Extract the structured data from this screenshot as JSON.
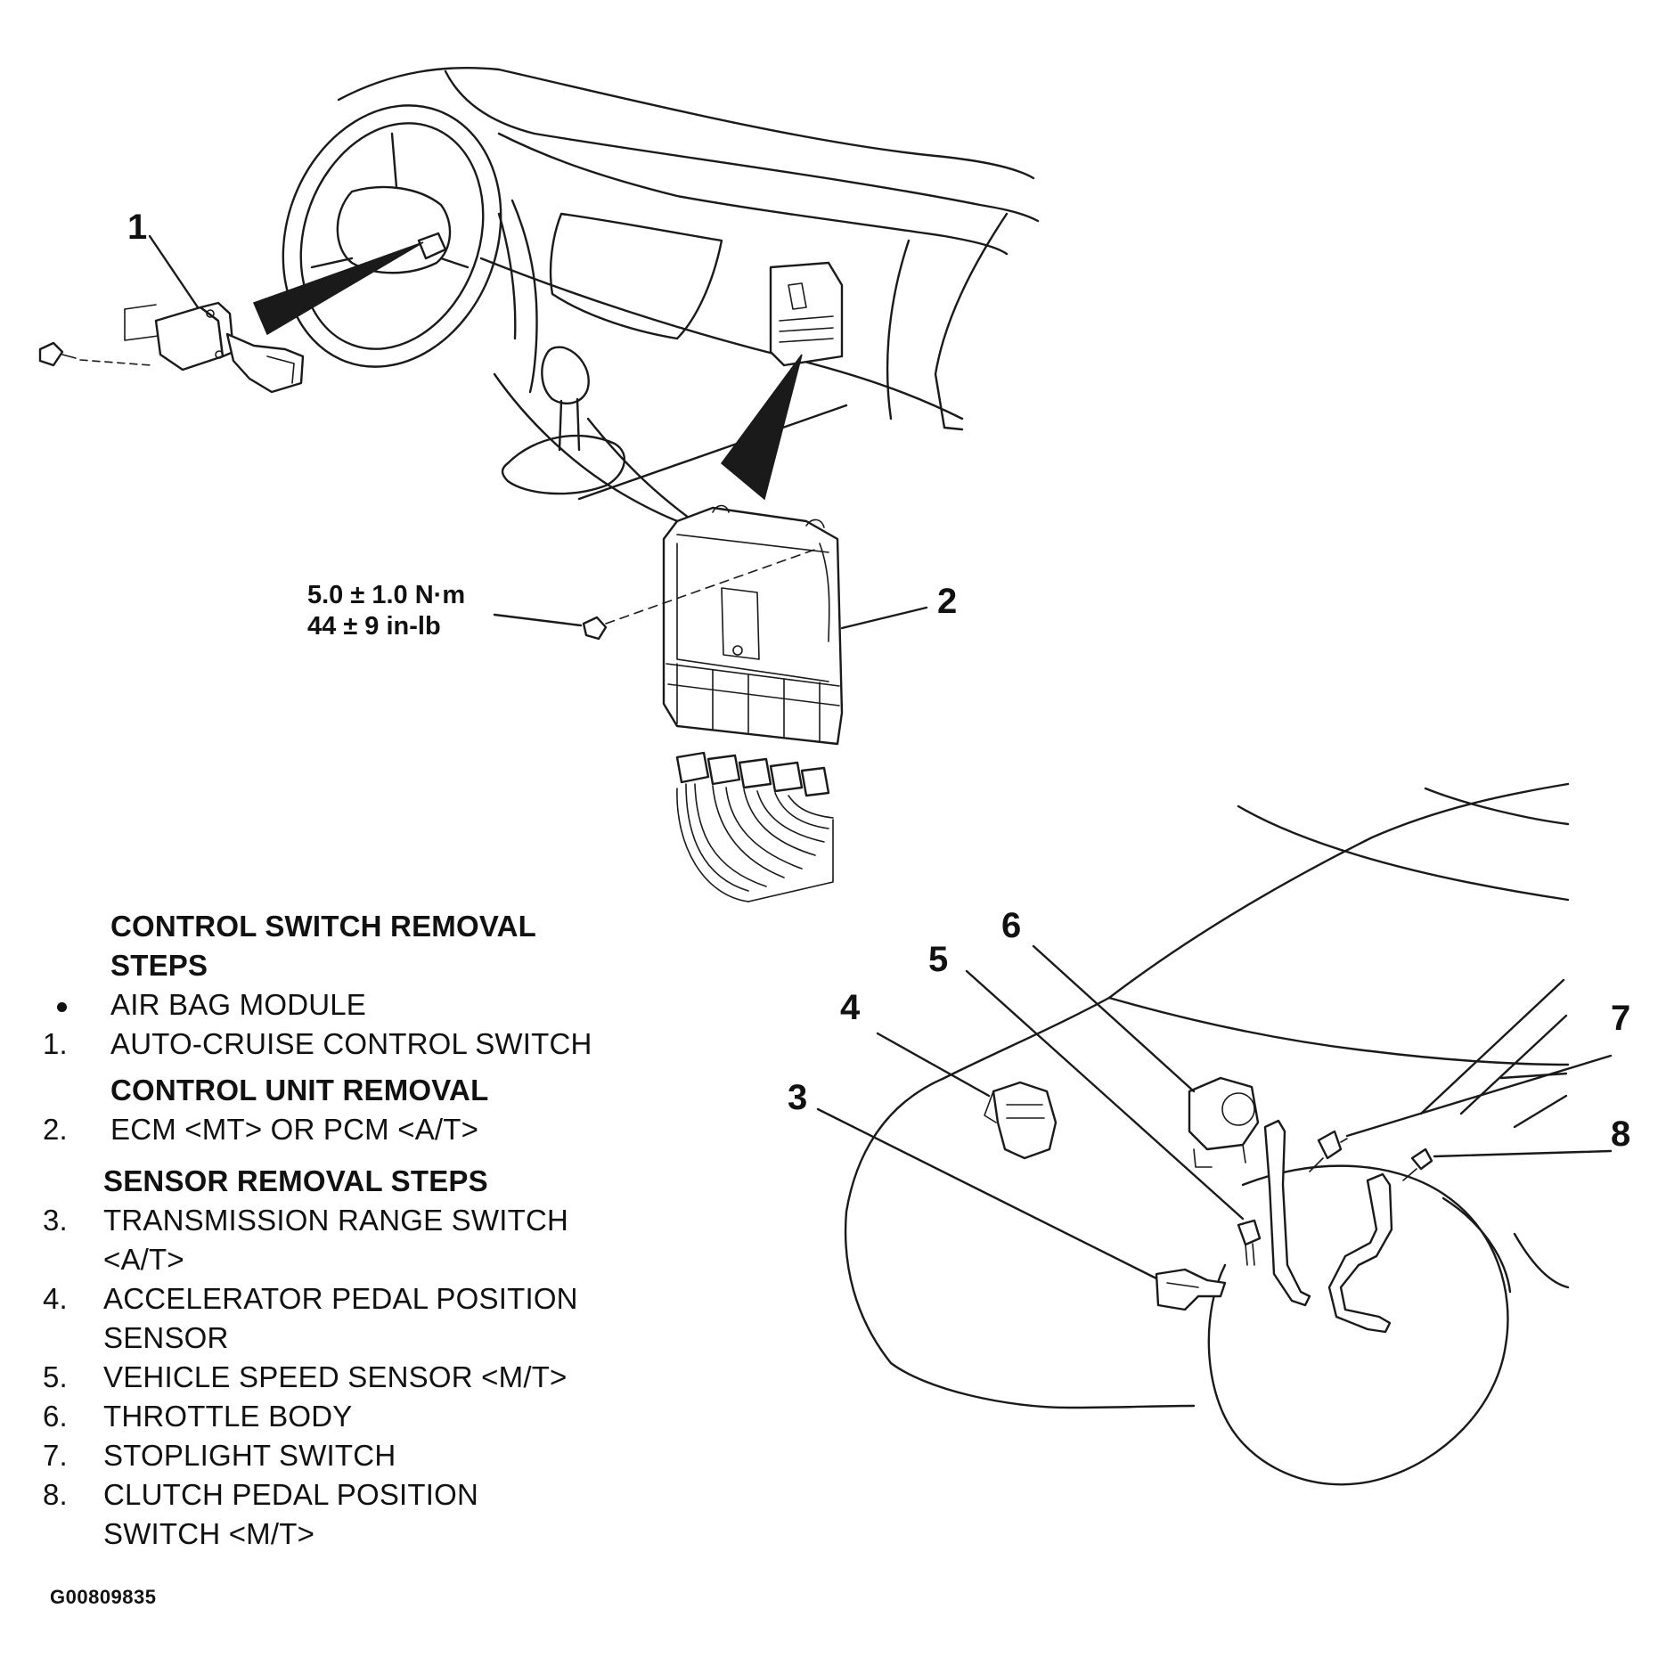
{
  "callouts": {
    "c1": "1",
    "c2": "2",
    "c3": "3",
    "c4": "4",
    "c5": "5",
    "c6": "6",
    "c7": "7",
    "c8": "8"
  },
  "torque": {
    "line1": "5.0 ± 1.0 N·m",
    "line2": "44 ± 9 in-lb"
  },
  "legend": {
    "control_switch": {
      "heading_line1": "CONTROL SWITCH REMOVAL",
      "heading_line2": "STEPS",
      "items": [
        {
          "num": "•",
          "text": "AIR BAG MODULE"
        },
        {
          "num": "1.",
          "text": "AUTO-CRUISE CONTROL SWITCH"
        }
      ]
    },
    "control_unit": {
      "heading": "CONTROL UNIT REMOVAL",
      "items": [
        {
          "num": "2.",
          "text": "ECM <MT> OR PCM <A/T>"
        }
      ]
    },
    "sensor": {
      "heading": "SENSOR REMOVAL STEPS",
      "items": [
        {
          "num": "3.",
          "line1": "TRANSMISSION RANGE SWITCH",
          "line2": "<A/T>"
        },
        {
          "num": "4.",
          "line1": "ACCELERATOR PEDAL POSITION",
          "line2": "SENSOR"
        },
        {
          "num": "5.",
          "line1": "VEHICLE SPEED SENSOR <M/T>"
        },
        {
          "num": "6.",
          "line1": "THROTTLE BODY"
        },
        {
          "num": "7.",
          "line1": "STOPLIGHT SWITCH"
        },
        {
          "num": "8.",
          "line1": "CLUTCH PEDAL POSITION",
          "line2": "SWITCH <M/T>"
        }
      ]
    }
  },
  "figure_code": "G00809835"
}
